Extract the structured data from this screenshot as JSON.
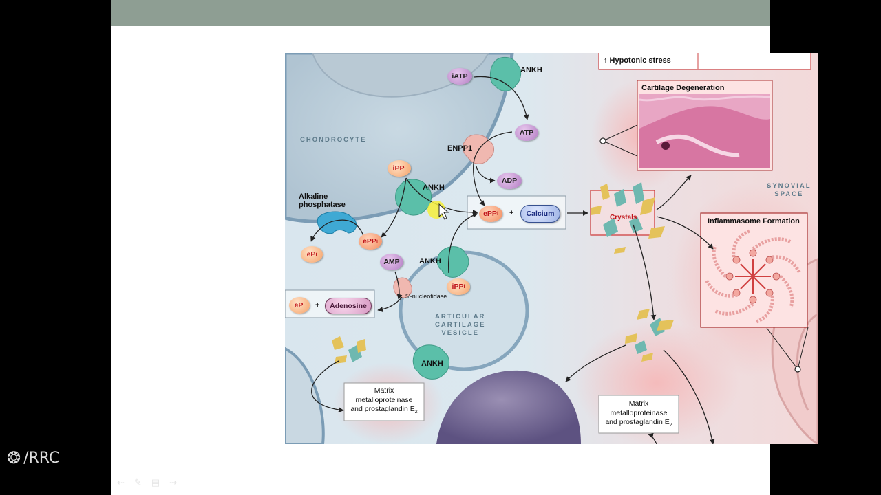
{
  "labels": {
    "chondrocyte": "CHONDROCYTE",
    "synovial_space_1": "SYNOVIAL",
    "synovial_space_2": "SPACE",
    "vesicle_1": "ARTICULAR",
    "vesicle_2": "CARTILAGE",
    "vesicle_3": "VESICLE",
    "ankh_top": "ANKH",
    "ankh_mid": "ANKH",
    "ankh_vesicle": "ANKH",
    "ankh_bottom": "ANKH",
    "enpp1": "ENPP1",
    "alk_phos_1": "Alkaline",
    "alk_phos_2": "phosphatase",
    "nucleotidase": "5'-nucleotidase",
    "plus_1": "+",
    "plus_2": "+",
    "crystals": "Crystals",
    "hypotonic": "↑ Hypotonic stress",
    "mmp_left_1": "Matrix",
    "mmp_left_2": "metalloproteinase",
    "mmp_left_3": "and prostaglandin E",
    "mmp_left_sub": "2",
    "mmp_right_1": "Matrix",
    "mmp_right_2": "metalloproteinase",
    "mmp_right_3": "and prostaglandin E",
    "mmp_right_sub": "2"
  },
  "molecules": {
    "iatp": "iATP",
    "atp": "ATP",
    "adp": "ADP",
    "ipp_top": "iPP",
    "ipp_sub": "i",
    "epp_center": "ePP",
    "epp_sub": "i",
    "calcium": "Calcium",
    "epp_left": "ePP",
    "epi_left": "eP",
    "epi_sub": "i",
    "amp": "AMP",
    "ipp_vesicle": "iPP",
    "epi_box": "eP",
    "adenosine": "Adenosine"
  },
  "panels": {
    "cartilage_degeneration": "Cartilage Degeneration",
    "inflammasome_formation": "Inflammasome Formation"
  },
  "branding": {
    "logo_text": "/RRC"
  },
  "icons": {
    "logo": "reel-icon",
    "nav": [
      "back-arrow-icon",
      "pen-icon",
      "menu-icon",
      "forward-arrow-icon"
    ]
  },
  "colors": {
    "topbar": "#8e9e93",
    "arrow": "#222222",
    "crystal_teal": "#6fb8b0",
    "crystal_yellow": "#e4c25a",
    "protein_teal": "#5bbfa9"
  }
}
